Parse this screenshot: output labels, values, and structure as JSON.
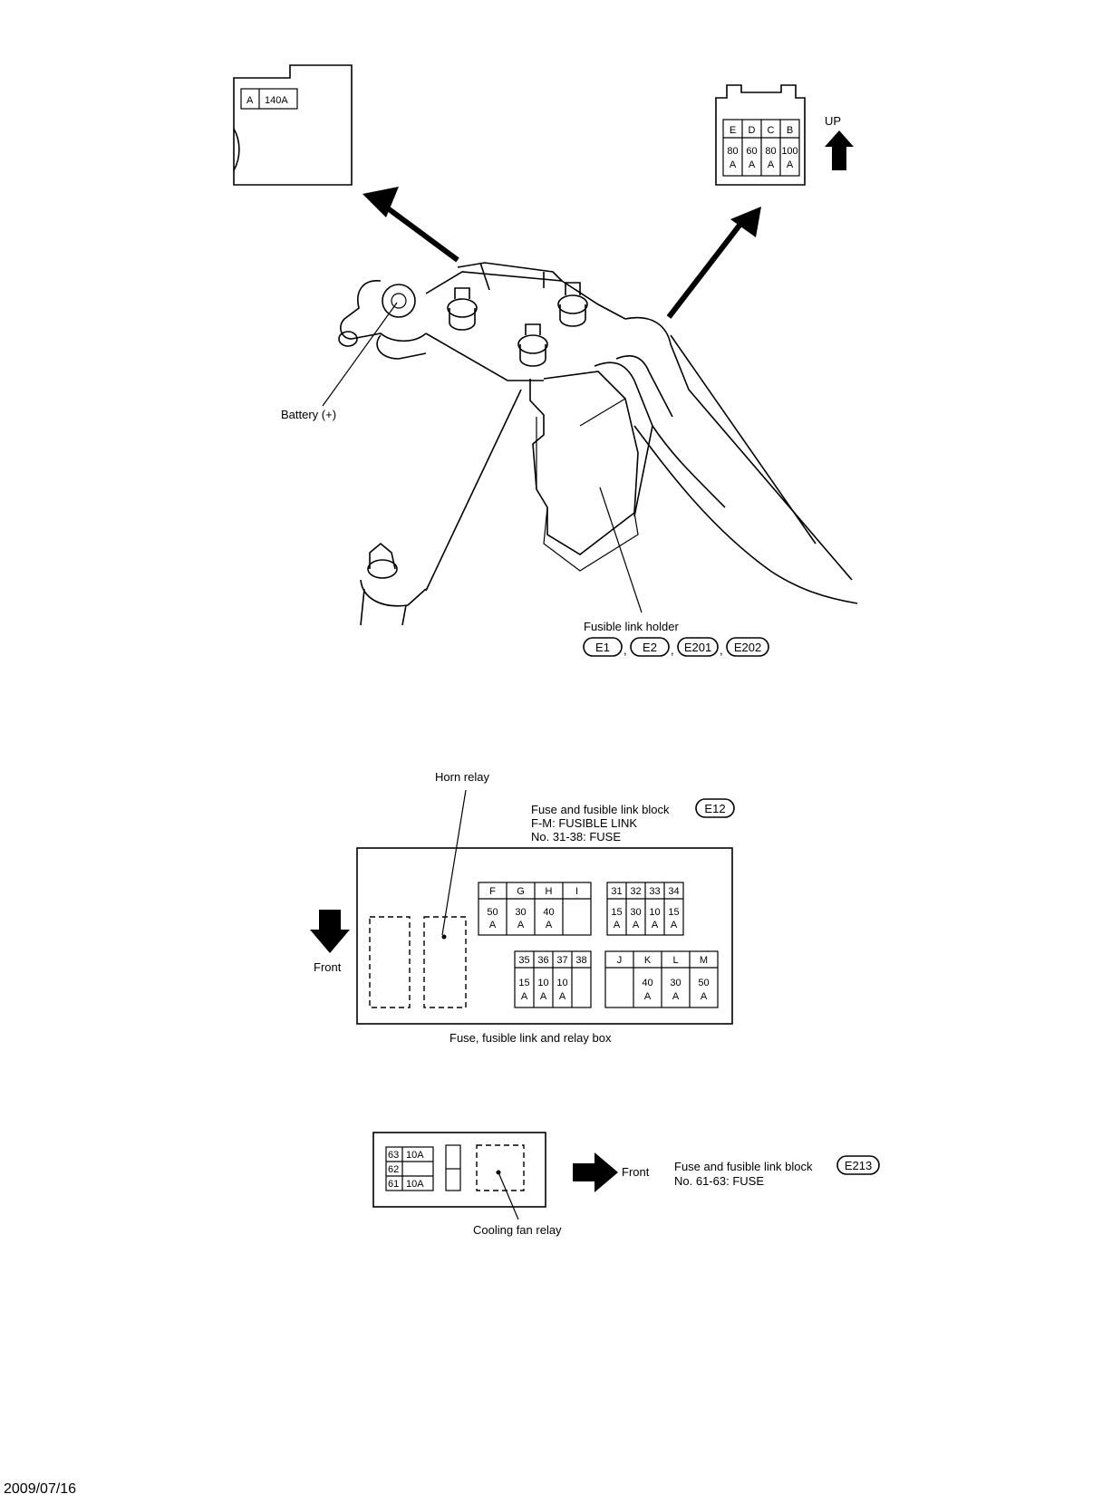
{
  "top": {
    "fuse_a": {
      "letter": "A",
      "rating": "140A"
    },
    "fuse_block_4": {
      "letters": [
        "E",
        "D",
        "C",
        "B"
      ],
      "amps": [
        "80",
        "60",
        "80",
        "100"
      ],
      "unit": "A"
    },
    "up_label": "UP",
    "battery_label": "Battery (+)",
    "holder_label": "Fusible link holder",
    "holder_connectors": [
      "E1",
      "E2",
      "E201",
      "E202"
    ],
    "sep": ","
  },
  "middle": {
    "horn_relay": "Horn relay",
    "title": "Fuse and fusible link block",
    "connector": "E12",
    "line2": "F-M: FUSIBLE LINK",
    "line3": "No. 31-38: FUSE",
    "front_label": "Front",
    "box_caption": "Fuse, fusible link and relay box",
    "group_fghi": {
      "labels": [
        "F",
        "G",
        "H",
        "I"
      ],
      "amps": [
        "50",
        "30",
        "40",
        ""
      ]
    },
    "group_31_34": {
      "labels": [
        "31",
        "32",
        "33",
        "34"
      ],
      "amps": [
        "15",
        "30",
        "10",
        "15"
      ]
    },
    "group_35_38": {
      "labels": [
        "35",
        "36",
        "37",
        "38"
      ],
      "amps": [
        "15",
        "10",
        "10",
        ""
      ]
    },
    "group_jklm": {
      "labels": [
        "J",
        "K",
        "L",
        "M"
      ],
      "amps": [
        "",
        "40",
        "30",
        "50"
      ]
    },
    "unit": "A"
  },
  "bottom": {
    "rows": [
      {
        "num": "63",
        "rating": "10A"
      },
      {
        "num": "62",
        "rating": ""
      },
      {
        "num": "61",
        "rating": "10A"
      }
    ],
    "cooling_fan_relay": "Cooling fan relay",
    "front_label": "Front",
    "title": "Fuse and fusible link block",
    "connector": "E213",
    "line2": "No. 61-63: FUSE"
  },
  "footer": {
    "date": "2009/07/16"
  }
}
